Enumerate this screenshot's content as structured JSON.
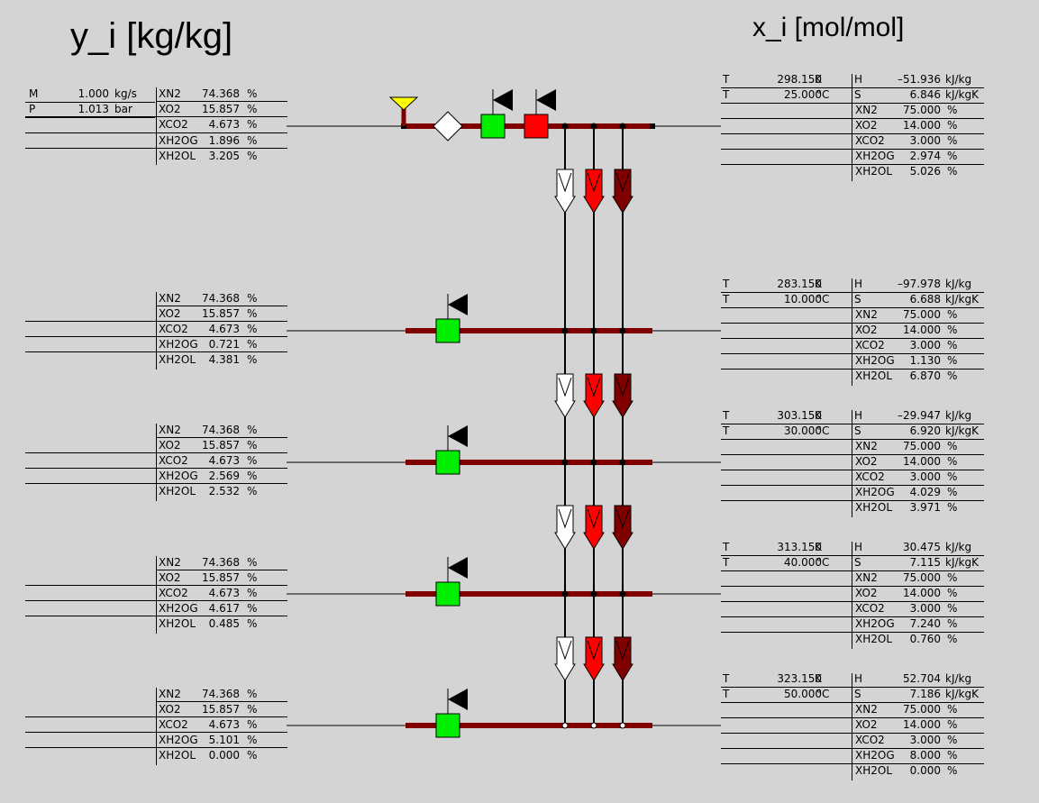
{
  "titles": {
    "left": "y_i [kg/kg]",
    "right": "x_i [mol/mol]"
  },
  "colors": {
    "background": "#d4d4d4",
    "pipe": "#800000",
    "heater": "#00ee00",
    "cooler": "#ff0000",
    "feed": "#ffff00",
    "arrow_white": "#ffffff",
    "arrow_red": "#ff0000",
    "arrow_darkred": "#800000"
  },
  "icons": [
    "feed-triangle-icon",
    "valve-diamond-icon",
    "flag-icon",
    "heat-exchanger-icon",
    "down-arrow-icon"
  ],
  "source": {
    "M": {
      "label": "M",
      "value": "1.000",
      "unit": "kg/s"
    },
    "P": {
      "label": "P",
      "value": "1.013",
      "unit": "bar"
    }
  },
  "left_tables": [
    {
      "rows": [
        {
          "name": "XN2",
          "value": "74.368",
          "unit": "%"
        },
        {
          "name": "XO2",
          "value": "15.857",
          "unit": "%"
        },
        {
          "name": "XCO2",
          "value": "4.673",
          "unit": "%"
        },
        {
          "name": "XH2OG",
          "value": "1.896",
          "unit": "%"
        },
        {
          "name": "XH2OL",
          "value": "3.205",
          "unit": "%"
        }
      ]
    },
    {
      "rows": [
        {
          "name": "XN2",
          "value": "74.368",
          "unit": "%"
        },
        {
          "name": "XO2",
          "value": "15.857",
          "unit": "%"
        },
        {
          "name": "XCO2",
          "value": "4.673",
          "unit": "%"
        },
        {
          "name": "XH2OG",
          "value": "0.721",
          "unit": "%"
        },
        {
          "name": "XH2OL",
          "value": "4.381",
          "unit": "%"
        }
      ]
    },
    {
      "rows": [
        {
          "name": "XN2",
          "value": "74.368",
          "unit": "%"
        },
        {
          "name": "XO2",
          "value": "15.857",
          "unit": "%"
        },
        {
          "name": "XCO2",
          "value": "4.673",
          "unit": "%"
        },
        {
          "name": "XH2OG",
          "value": "2.569",
          "unit": "%"
        },
        {
          "name": "XH2OL",
          "value": "2.532",
          "unit": "%"
        }
      ]
    },
    {
      "rows": [
        {
          "name": "XN2",
          "value": "74.368",
          "unit": "%"
        },
        {
          "name": "XO2",
          "value": "15.857",
          "unit": "%"
        },
        {
          "name": "XCO2",
          "value": "4.673",
          "unit": "%"
        },
        {
          "name": "XH2OG",
          "value": "4.617",
          "unit": "%"
        },
        {
          "name": "XH2OL",
          "value": "0.485",
          "unit": "%"
        }
      ]
    },
    {
      "rows": [
        {
          "name": "XN2",
          "value": "74.368",
          "unit": "%"
        },
        {
          "name": "XO2",
          "value": "15.857",
          "unit": "%"
        },
        {
          "name": "XCO2",
          "value": "4.673",
          "unit": "%"
        },
        {
          "name": "XH2OG",
          "value": "5.101",
          "unit": "%"
        },
        {
          "name": "XH2OL",
          "value": "0.000",
          "unit": "%"
        }
      ]
    }
  ],
  "right_tables": [
    {
      "TK": {
        "label": "T",
        "value": "298.150",
        "unit": "K"
      },
      "TC": {
        "label": "T",
        "value": "25.000",
        "unit": "°C"
      },
      "H": {
        "label": "H",
        "value": "–51.936",
        "unit": "kJ/kg"
      },
      "S": {
        "label": "S",
        "value": "6.846",
        "unit": "kJ/kgK"
      },
      "rows": [
        {
          "name": "XN2",
          "value": "75.000",
          "unit": "%"
        },
        {
          "name": "XO2",
          "value": "14.000",
          "unit": "%"
        },
        {
          "name": "XCO2",
          "value": "3.000",
          "unit": "%"
        },
        {
          "name": "XH2OG",
          "value": "2.974",
          "unit": "%"
        },
        {
          "name": "XH2OL",
          "value": "5.026",
          "unit": "%"
        }
      ]
    },
    {
      "TK": {
        "label": "T",
        "value": "283.150",
        "unit": "K"
      },
      "TC": {
        "label": "T",
        "value": "10.000",
        "unit": "°C"
      },
      "H": {
        "label": "H",
        "value": "–97.978",
        "unit": "kJ/kg"
      },
      "S": {
        "label": "S",
        "value": "6.688",
        "unit": "kJ/kgK"
      },
      "rows": [
        {
          "name": "XN2",
          "value": "75.000",
          "unit": "%"
        },
        {
          "name": "XO2",
          "value": "14.000",
          "unit": "%"
        },
        {
          "name": "XCO2",
          "value": "3.000",
          "unit": "%"
        },
        {
          "name": "XH2OG",
          "value": "1.130",
          "unit": "%"
        },
        {
          "name": "XH2OL",
          "value": "6.870",
          "unit": "%"
        }
      ]
    },
    {
      "TK": {
        "label": "T",
        "value": "303.150",
        "unit": "K"
      },
      "TC": {
        "label": "T",
        "value": "30.000",
        "unit": "°C"
      },
      "H": {
        "label": "H",
        "value": "–29.947",
        "unit": "kJ/kg"
      },
      "S": {
        "label": "S",
        "value": "6.920",
        "unit": "kJ/kgK"
      },
      "rows": [
        {
          "name": "XN2",
          "value": "75.000",
          "unit": "%"
        },
        {
          "name": "XO2",
          "value": "14.000",
          "unit": "%"
        },
        {
          "name": "XCO2",
          "value": "3.000",
          "unit": "%"
        },
        {
          "name": "XH2OG",
          "value": "4.029",
          "unit": "%"
        },
        {
          "name": "XH2OL",
          "value": "3.971",
          "unit": "%"
        }
      ]
    },
    {
      "TK": {
        "label": "T",
        "value": "313.150",
        "unit": "K"
      },
      "TC": {
        "label": "T",
        "value": "40.000",
        "unit": "°C"
      },
      "H": {
        "label": "H",
        "value": "30.475",
        "unit": "kJ/kg"
      },
      "S": {
        "label": "S",
        "value": "7.115",
        "unit": "kJ/kgK"
      },
      "rows": [
        {
          "name": "XN2",
          "value": "75.000",
          "unit": "%"
        },
        {
          "name": "XO2",
          "value": "14.000",
          "unit": "%"
        },
        {
          "name": "XCO2",
          "value": "3.000",
          "unit": "%"
        },
        {
          "name": "XH2OG",
          "value": "7.240",
          "unit": "%"
        },
        {
          "name": "XH2OL",
          "value": "0.760",
          "unit": "%"
        }
      ]
    },
    {
      "TK": {
        "label": "T",
        "value": "323.150",
        "unit": "K"
      },
      "TC": {
        "label": "T",
        "value": "50.000",
        "unit": "°C"
      },
      "H": {
        "label": "H",
        "value": "52.704",
        "unit": "kJ/kg"
      },
      "S": {
        "label": "S",
        "value": "7.186",
        "unit": "kJ/kgK"
      },
      "rows": [
        {
          "name": "XN2",
          "value": "75.000",
          "unit": "%"
        },
        {
          "name": "XO2",
          "value": "14.000",
          "unit": "%"
        },
        {
          "name": "XCO2",
          "value": "3.000",
          "unit": "%"
        },
        {
          "name": "XH2OG",
          "value": "8.000",
          "unit": "%"
        },
        {
          "name": "XH2OL",
          "value": "0.000",
          "unit": "%"
        }
      ]
    }
  ]
}
